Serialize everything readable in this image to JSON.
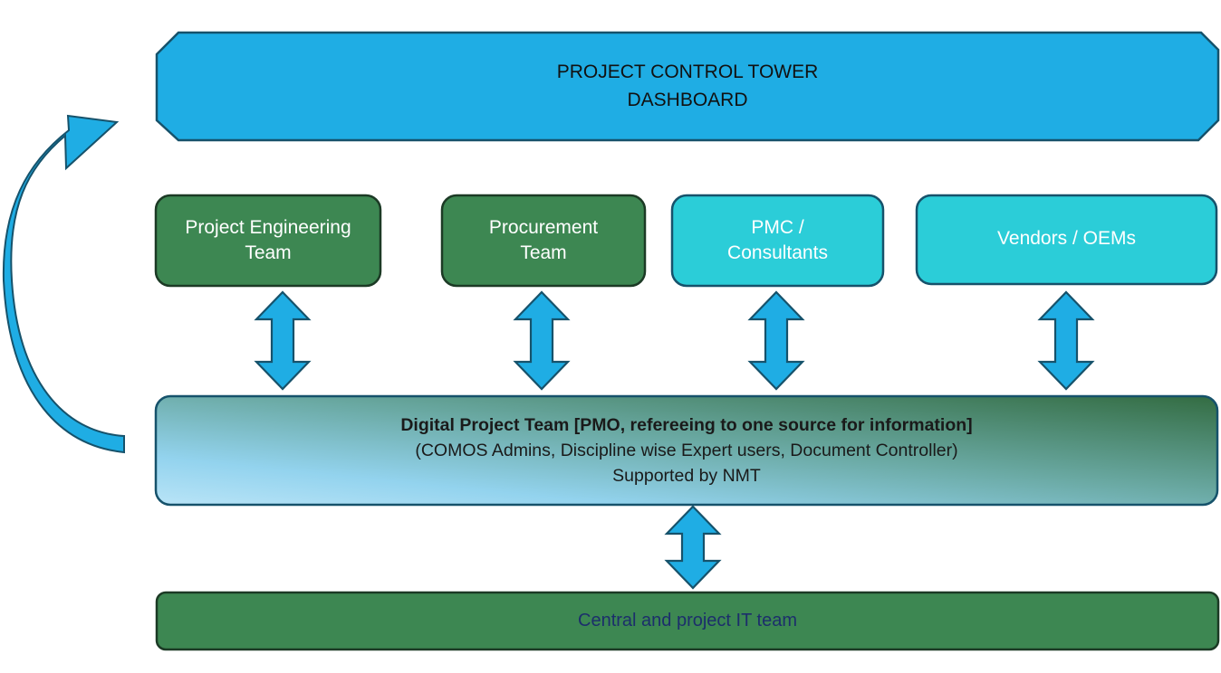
{
  "top_box": {
    "line1": "PROJECT CONTROL TOWER",
    "line2": "DASHBOARD",
    "fill": "#1fade4"
  },
  "teams": [
    {
      "line1": "Project Engineering",
      "line2": "Team",
      "fill": "#3d8752"
    },
    {
      "line1": "Procurement",
      "line2": "Team",
      "fill": "#3d8752"
    },
    {
      "line1": "PMC /",
      "line2": "Consultants",
      "fill": "#2bcdd8"
    },
    {
      "line1": "Vendors / OEMs",
      "line2": "",
      "fill": "#2bcdd8"
    }
  ],
  "digital_box": {
    "title": "Digital  Project Team [PMO, refereeing to one source for information]",
    "subtitle": "(COMOS Admins, Discipline wise Expert users, Document Controller)",
    "support": "Supported by NMT",
    "gradient_start": "#b5e3f6",
    "gradient_end": "#336f44"
  },
  "it_box": {
    "label": "Central and project IT team",
    "fill": "#3d8752"
  },
  "colors": {
    "arrow_fill": "#1fade4",
    "outline": "#16526b"
  }
}
